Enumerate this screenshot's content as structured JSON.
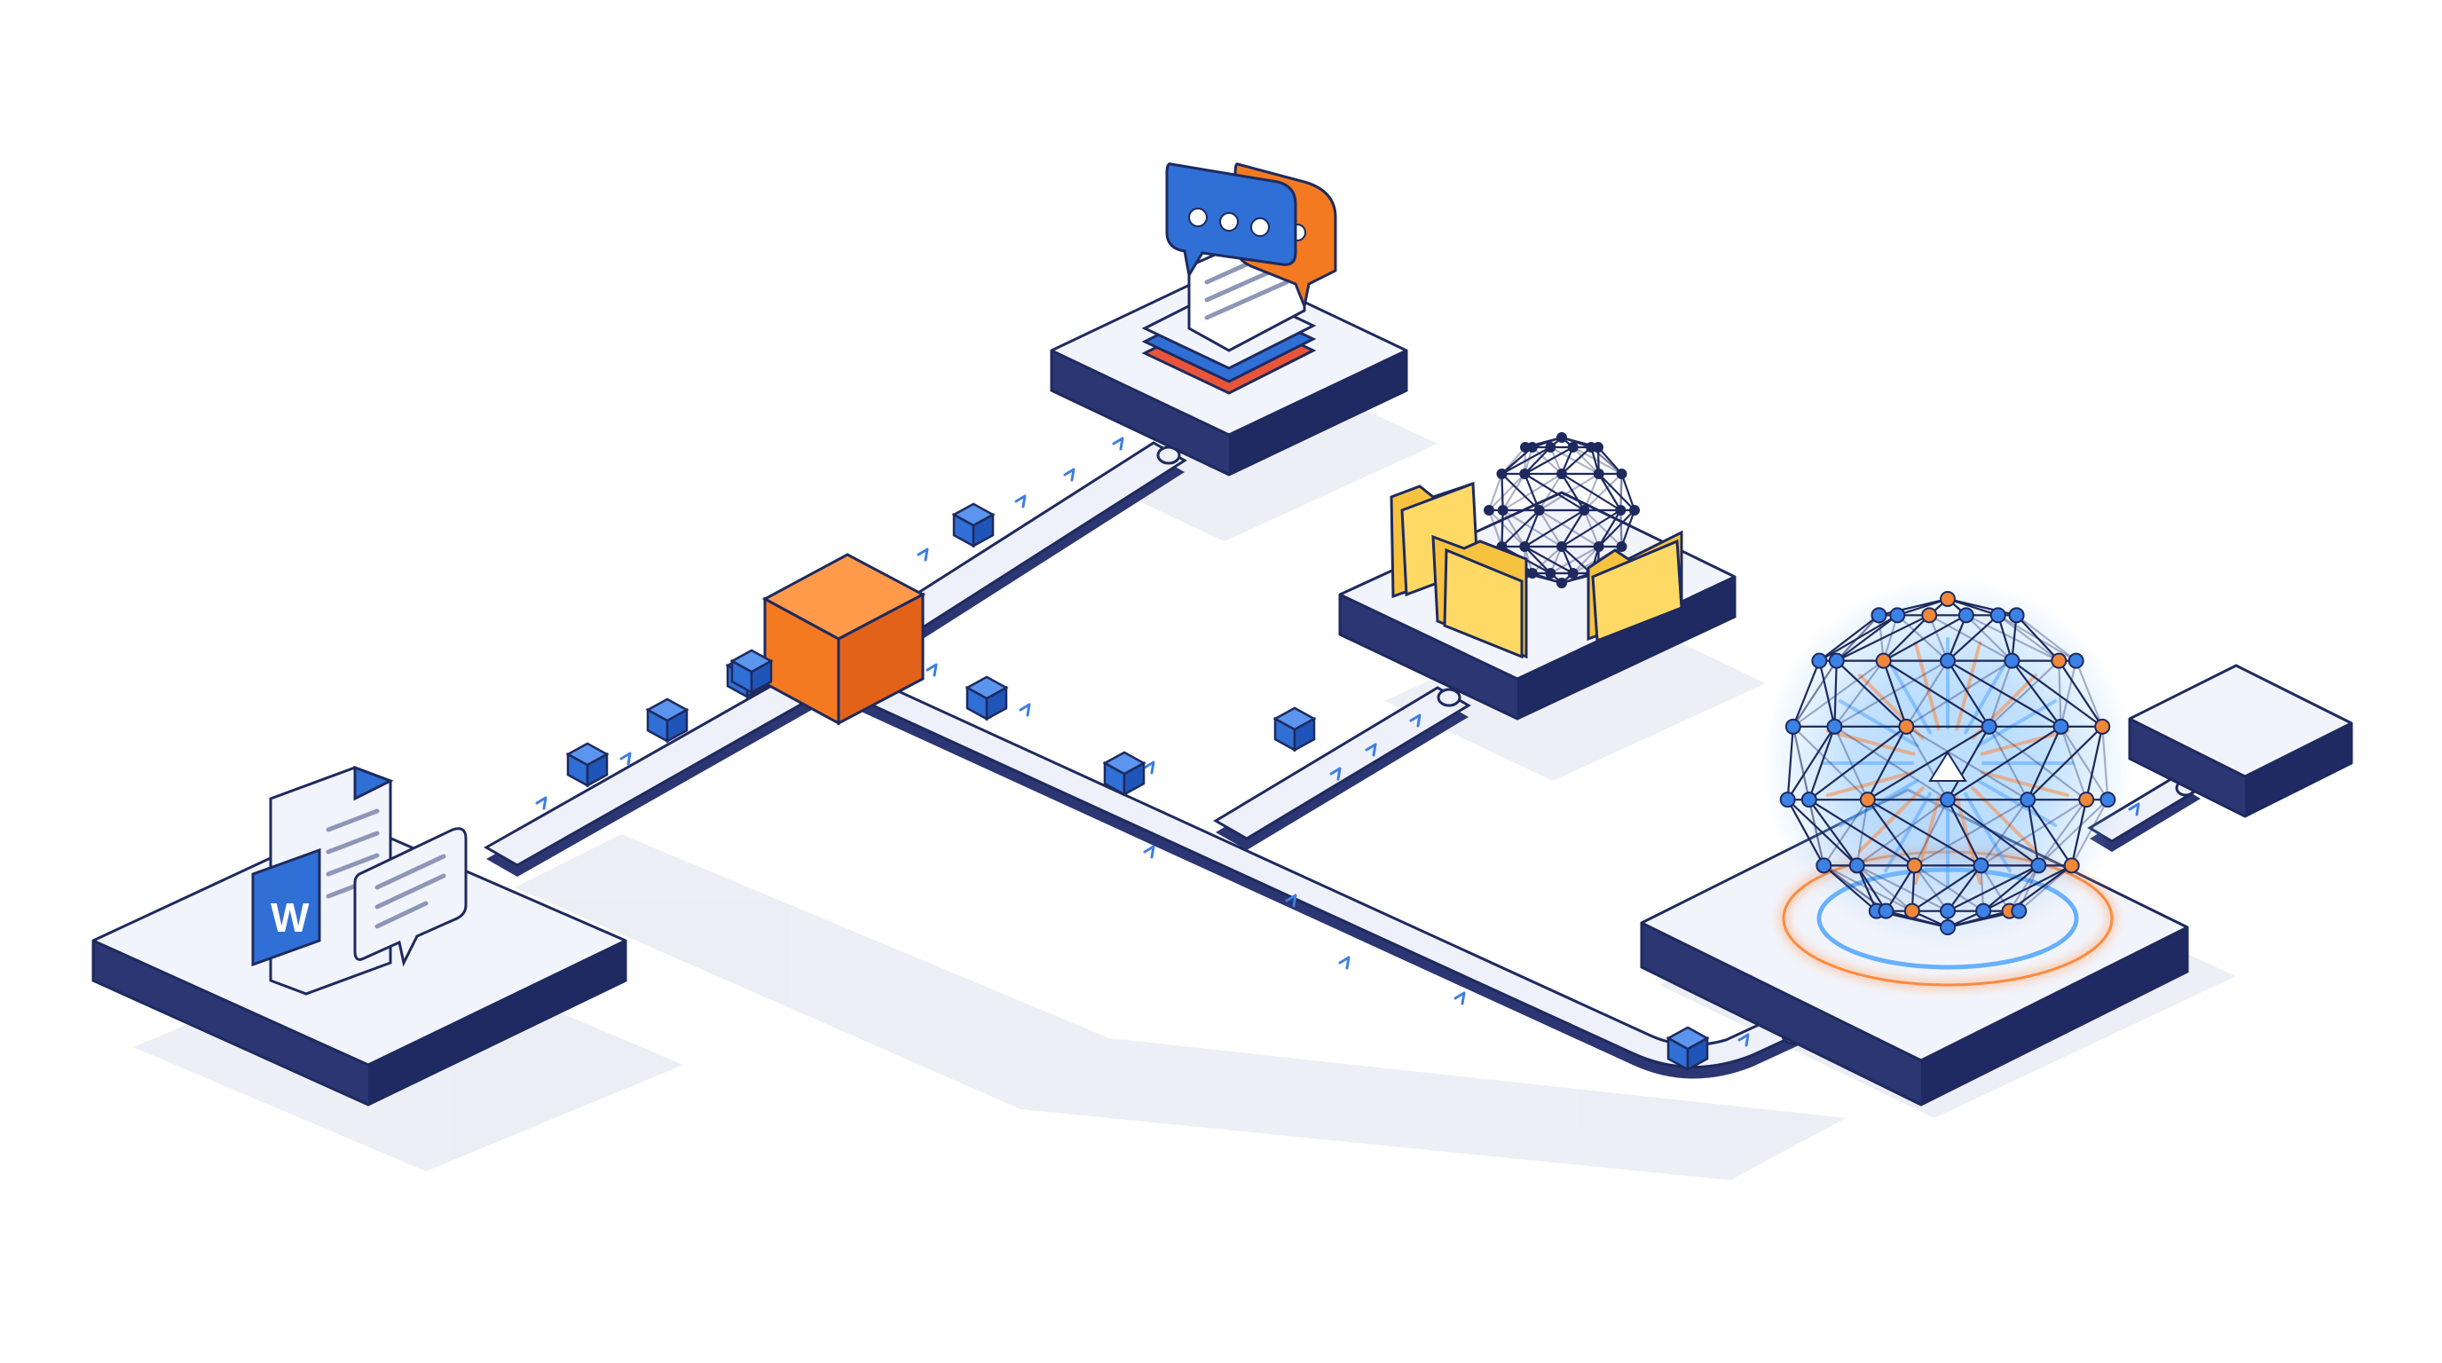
{
  "diagram": {
    "colors": {
      "background": "#ffffff",
      "platform_top": "#f2f4fb",
      "platform_side": "#2b3672",
      "outline": "#1e2a5e",
      "belt": "#e9edf8",
      "belt_arrow": "#3f7fe0",
      "packet": "#2f6fd6",
      "router": "#f47a22",
      "chat_blue": "#2f6fd6",
      "chat_orange": "#f47a22",
      "folder": "#f7c23f",
      "network_node_blue": "#3b82e6",
      "network_node_orange": "#f0883a",
      "glow_blue": "#57a8ff",
      "glow_orange": "#ff8a3d"
    },
    "source": {
      "document_icon": "word-document-icon",
      "document_letter": "W",
      "comment_icon": "comment-bubble-icon"
    },
    "router": {
      "icon": "orange-cube-router-icon"
    },
    "stations": [
      {
        "id": "conversation",
        "icons": [
          "chat-bubble-blue-icon",
          "chat-bubble-orange-icon",
          "document-stack-icon"
        ]
      },
      {
        "id": "knowledge",
        "icons": [
          "folder-icon",
          "folder-icon",
          "folder-icon",
          "geodesic-sphere-icon"
        ]
      },
      {
        "id": "model",
        "icons": [
          "glowing-neural-sphere-icon"
        ]
      },
      {
        "id": "output",
        "icons": []
      }
    ],
    "packets_per_route": {
      "source_to_router": 4,
      "router_to_conversation": 1,
      "router_to_knowledge": 3,
      "trunk_to_model": 1
    }
  }
}
